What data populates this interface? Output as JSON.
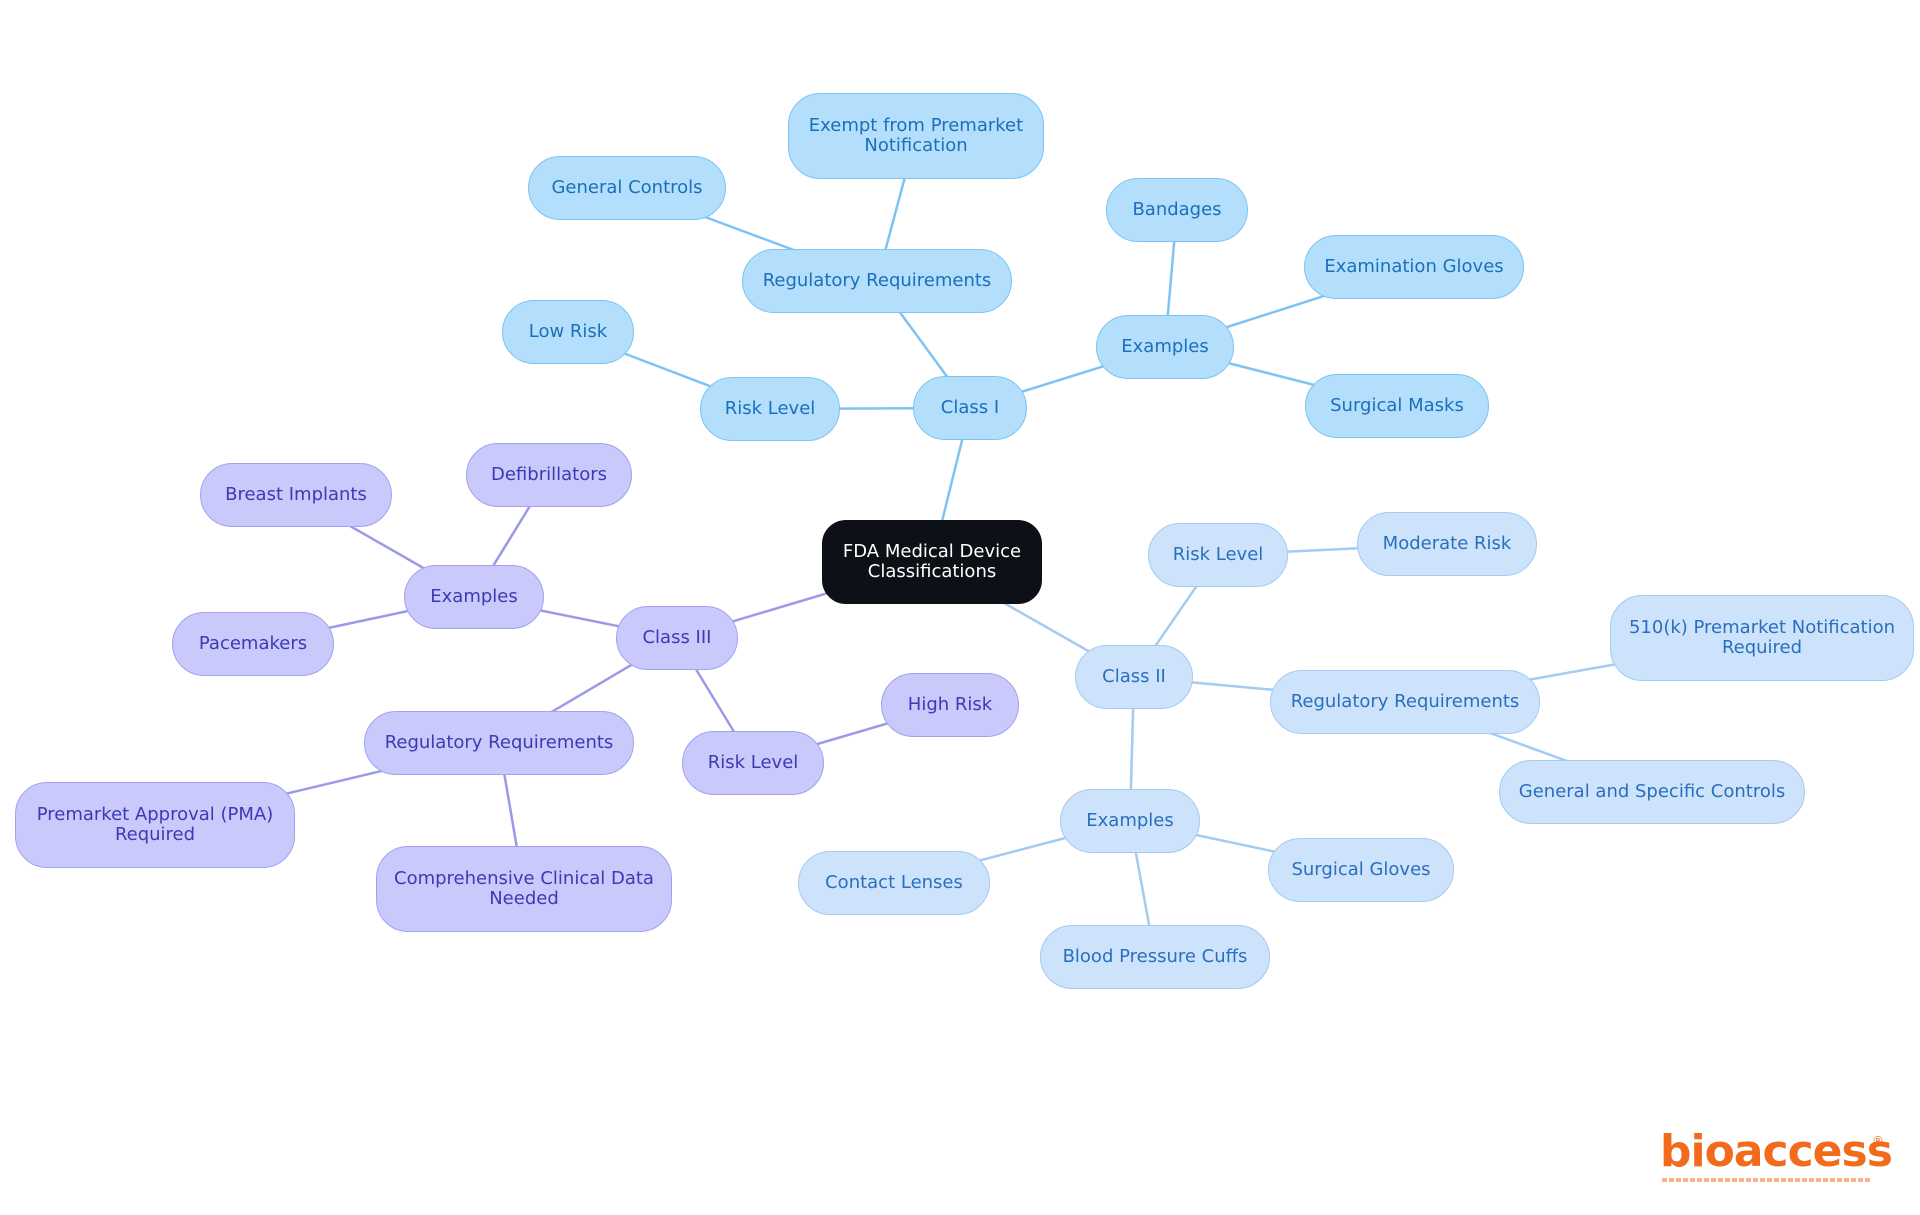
{
  "colors": {
    "class_i": "#b3dffd",
    "class_ii": "#cde3fb",
    "class_iii": "#c9c9fb",
    "root": "#0d1117",
    "edge_class_i": "#7ec4f2",
    "edge_class_ii": "#a4cbf0",
    "edge_class_iii": "#9a9ae8",
    "logo": "#f26b1d"
  },
  "root": {
    "label": "FDA Medical Device Classifications"
  },
  "class_i": {
    "label": "Class I",
    "risk_level": {
      "label": "Risk Level",
      "value": "Low Risk"
    },
    "regulatory": {
      "label": "Regulatory Requirements",
      "items": [
        "General Controls",
        "Exempt from Premarket Notification"
      ]
    },
    "examples": {
      "label": "Examples",
      "items": [
        "Bandages",
        "Examination Gloves",
        "Surgical Masks"
      ]
    }
  },
  "class_ii": {
    "label": "Class II",
    "risk_level": {
      "label": "Risk Level",
      "value": "Moderate Risk"
    },
    "regulatory": {
      "label": "Regulatory Requirements",
      "items": [
        "510(k) Premarket Notification Required",
        "General and Specific Controls"
      ]
    },
    "examples": {
      "label": "Examples",
      "items": [
        "Contact Lenses",
        "Blood Pressure Cuffs",
        "Surgical Gloves"
      ]
    }
  },
  "class_iii": {
    "label": "Class III",
    "risk_level": {
      "label": "Risk Level",
      "value": "High Risk"
    },
    "regulatory": {
      "label": "Regulatory Requirements",
      "items": [
        "Premarket Approval (PMA) Required",
        "Comprehensive Clinical Data Needed"
      ]
    },
    "examples": {
      "label": "Examples",
      "items": [
        "Defibrillators",
        "Breast Implants",
        "Pacemakers"
      ]
    }
  },
  "logo": {
    "text": "bioaccess",
    "icon": "registered-mark-icon"
  }
}
